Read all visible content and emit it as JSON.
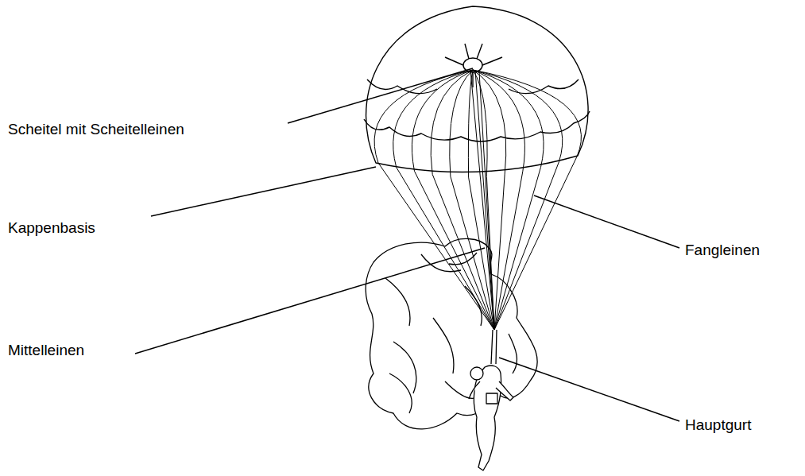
{
  "diagram": {
    "labels": [
      "Scheitel mit Scheitelleinen",
      "Kappenbasis",
      "Mittelleinen",
      "Fangleinen",
      "Hauptgurt"
    ]
  }
}
